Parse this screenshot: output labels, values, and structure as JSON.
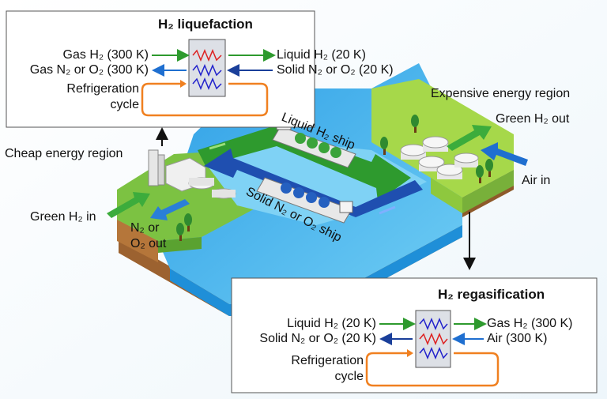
{
  "liquefaction": {
    "title": "H₂ liquefaction",
    "gas_h2": "Gas H₂ (300 K)",
    "gas_n2o2": "Gas N₂ or O₂ (300 K)",
    "refrigeration": "Refrigeration",
    "cycle": "cycle",
    "liquid_h2": "Liquid H₂ (20 K)",
    "solid_n2o2": "Solid N₂ or O₂ (20 K)"
  },
  "regasification": {
    "title": "H₂ regasification",
    "liquid_h2": "Liquid H₂ (20 K)",
    "solid_n2o2": "Solid N₂ or O₂ (20 K)",
    "refrigeration": "Refrigeration",
    "cycle": "cycle",
    "gas_h2": "Gas H₂ (300 K)",
    "air": "Air (300 K)"
  },
  "scene": {
    "cheap_region": "Cheap energy region",
    "expensive_region": "Expensive energy region",
    "green_h2_in": "Green H₂ in",
    "green_h2_out": "Green H₂ out",
    "n2_or": "N₂ or",
    "o2_out": "O₂ out",
    "air_in": "Air in",
    "liquid_ship": "Liquid H₂ ship",
    "solid_ship": "Solid N₂ or O₂ ship"
  },
  "colors": {
    "green_arrow": "#2e9a2e",
    "blue_arrow": "#1f6fd0",
    "orange_cycle": "#f08020",
    "water": "#4db8ec",
    "land": "#7cc242",
    "soil": "#b5763a"
  }
}
